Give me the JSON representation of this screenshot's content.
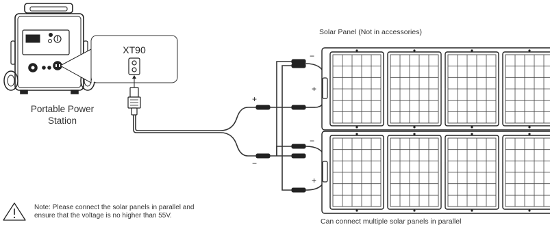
{
  "station": {
    "caption_line1": "Portable Power",
    "caption_line2": "Station"
  },
  "connector": {
    "label": "XT90"
  },
  "solar": {
    "title": "Solar Panel (Not in accessories)",
    "caption": "Can connect multiple solar panels in parallel"
  },
  "note": {
    "line1": "Note: Please connect the solar panels in parallel and",
    "line2": "ensure that the voltage is no higher than 55V."
  },
  "polarity": {
    "plus": "+",
    "minus": "−"
  },
  "colors": {
    "line": "#222222",
    "panel_fill": "#ffffff",
    "wire": "#333333"
  }
}
